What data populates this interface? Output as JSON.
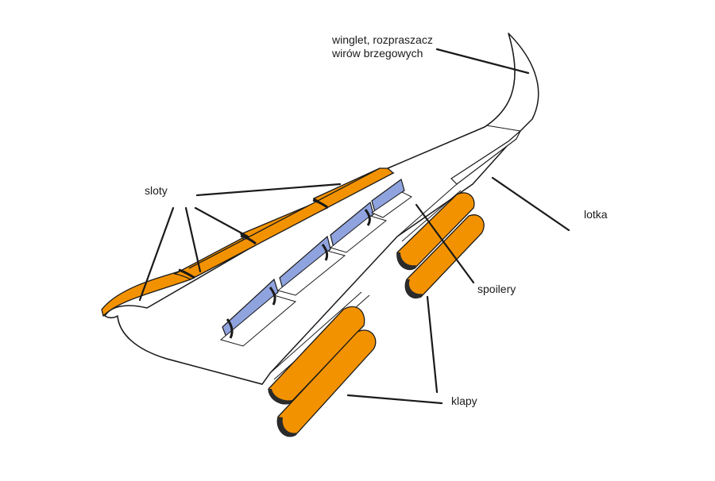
{
  "labels": {
    "winglet_line1": "winglet, rozpraszacz",
    "winglet_line2": "wirów brzegowych",
    "sloty": "sloty",
    "lotka": "lotka",
    "spoilery": "spoilery",
    "klapy": "klapy"
  },
  "colors": {
    "slat_orange": "#f39200",
    "flap_orange": "#f39200",
    "spoiler_blue": "#8fa3de",
    "outline": "#1a1a1a",
    "wing_fill": "#ffffff",
    "leading_edge_dark": "#2b2b2b"
  }
}
